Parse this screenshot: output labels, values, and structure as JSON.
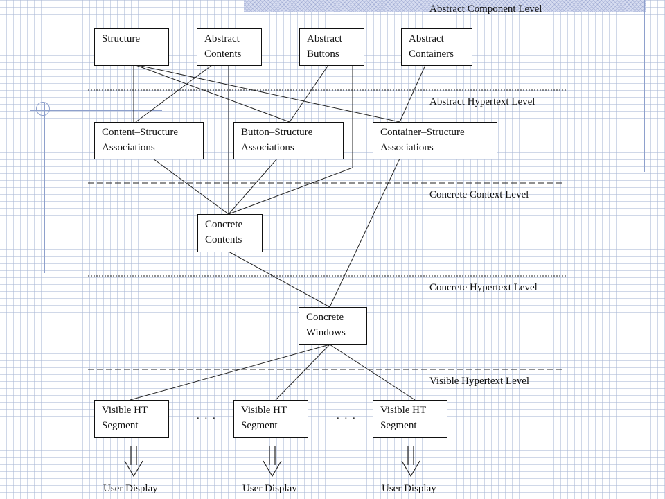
{
  "levels": {
    "abstract_component": "Abstract Component Level",
    "abstract_hypertext": "Abstract Hypertext Level",
    "concrete_context": "Concrete Context Level",
    "concrete_hypertext": "Concrete Hypertext Level",
    "visible_hypertext": "Visible Hypertext Level"
  },
  "nodes": {
    "structure": "Structure",
    "abstract_contents": "Abstract\nContents",
    "abstract_buttons": "Abstract\nButtons",
    "abstract_containers": "Abstract\nContainers",
    "content_structure": "Content–Structure\nAssociations",
    "button_structure": "Button–Structure\nAssociations",
    "container_structure": "Container–Structure\nAssociations",
    "concrete_contents": "Concrete\nContents",
    "concrete_windows": "Concrete\nWindows",
    "visible_ht_1": "Visible HT\nSegment",
    "visible_ht_2": "Visible HT\nSegment",
    "visible_ht_3": "Visible HT\nSegment"
  },
  "ellipsis": ". . .",
  "outputs": {
    "display_1": "User Display",
    "display_2": "User Display",
    "display_3": "User Display"
  }
}
